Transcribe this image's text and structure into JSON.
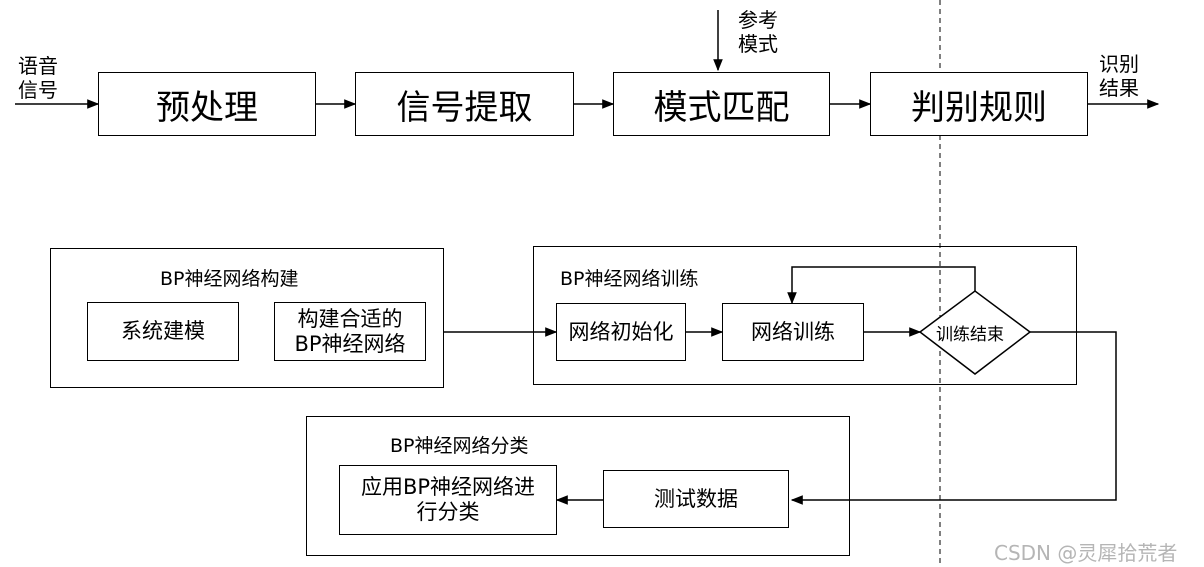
{
  "top_flow": {
    "input_label_line1": "语音",
    "input_label_line2": "信号",
    "step1": "预处理",
    "step2": "信号提取",
    "step3": "模式匹配",
    "step4": "判别规则",
    "ref_label_line1": "参考",
    "ref_label_line2": "模式",
    "output_label_line1": "识别",
    "output_label_line2": "结果"
  },
  "group_build": {
    "title": "BP神经网络构建",
    "node1": "系统建模",
    "node2_line1": "构建合适的",
    "node2_line2": "BP神经网络"
  },
  "group_train": {
    "title": "BP神经网络训练",
    "node1": "网络初始化",
    "node2": "网络训练",
    "decision": "训练结束"
  },
  "group_classify": {
    "title": "BP神经网络分类",
    "node_test": "测试数据",
    "node_apply_line1": "应用BP神经网络进",
    "node_apply_line2": "行分类"
  },
  "watermark": "CSDN @灵犀拾荒者"
}
